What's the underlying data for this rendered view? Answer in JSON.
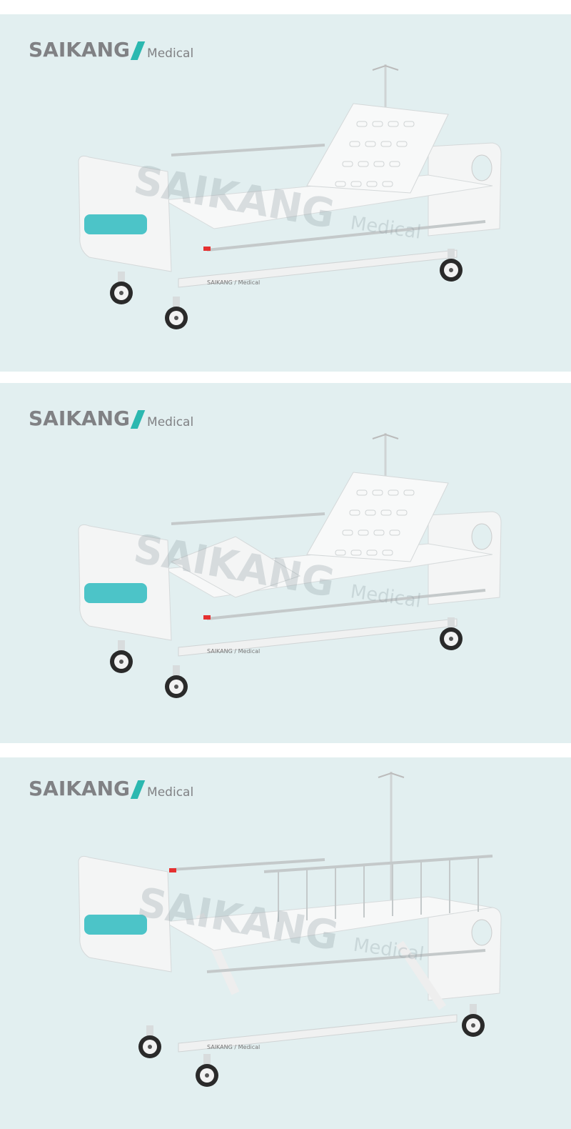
{
  "panels": [
    {
      "logo": {
        "brand": "SAIKANG",
        "sub": "Medical"
      },
      "state": "backrest-raised"
    },
    {
      "logo": {
        "brand": "SAIKANG",
        "sub": "Medical"
      },
      "state": "backrest-and-knee-raised"
    },
    {
      "logo": {
        "brand": "SAIKANG",
        "sub": "Medical"
      },
      "state": "height-raised-rails-up"
    }
  ],
  "watermark": {
    "brand": "SAIKANG",
    "sub": "Medical"
  },
  "frame_label": {
    "brand": "SAIKANG",
    "sub": "Medical"
  },
  "colors": {
    "background": "#e2eff0",
    "accent": "#2bb8b0",
    "logo_gray": "#808184",
    "headboard_panel": "#4cc4c8"
  }
}
